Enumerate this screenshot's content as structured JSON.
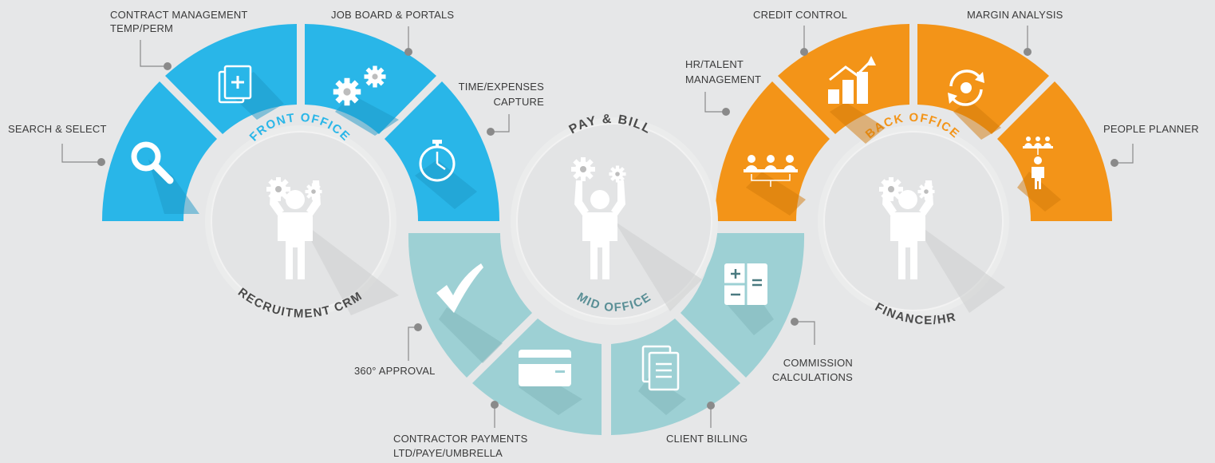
{
  "colors": {
    "background": "#e6e7e8",
    "front": "#29b6e8",
    "mid": "#9dd0d4",
    "back": "#f39418",
    "hub_fill": "#e3e4e5",
    "hub_ring": "#ebecec",
    "title_dark": "#4a4a4a",
    "mid_arc": "#5a8f96",
    "connector": "#8a8a8a"
  },
  "hubs": {
    "front": {
      "arc": "FRONT OFFICE",
      "caption": "RECRUITMENT CRM"
    },
    "mid": {
      "title": "PAY & BILL",
      "arc": "MID OFFICE"
    },
    "back": {
      "arc": "BACK OFFICE",
      "caption": "FINANCE/HR"
    }
  },
  "labels": {
    "search_select": "SEARCH & SELECT",
    "contract_mgmt_1": "CONTRACT MANAGEMENT",
    "contract_mgmt_2": "TEMP/PERM",
    "job_board": "JOB BOARD & PORTALS",
    "time_expenses_1": "TIME/EXPENSES",
    "time_expenses_2": "CAPTURE",
    "approval": "360° APPROVAL",
    "contractor_payments_1": "CONTRACTOR PAYMENTS",
    "contractor_payments_2": "LTD/PAYE/UMBRELLA",
    "client_billing": "CLIENT BILLING",
    "commission_1": "COMMISSION",
    "commission_2": "CALCULATIONS",
    "hr_talent_1": "HR/TALENT",
    "hr_talent_2": "MANAGEMENT",
    "credit_control": "CREDIT CONTROL",
    "margin_analysis": "MARGIN ANALYSIS",
    "people_planner": "PEOPLE PLANNER"
  },
  "segments": {
    "front": [
      "search-icon",
      "document-plus-icon",
      "gears-icon",
      "stopwatch-icon"
    ],
    "mid": [
      "checkmark-icon",
      "credit-card-icon",
      "documents-icon",
      "calculator-icon"
    ],
    "back": [
      "team-icon",
      "growth-chart-icon",
      "refresh-icon",
      "people-planner-icon"
    ]
  }
}
